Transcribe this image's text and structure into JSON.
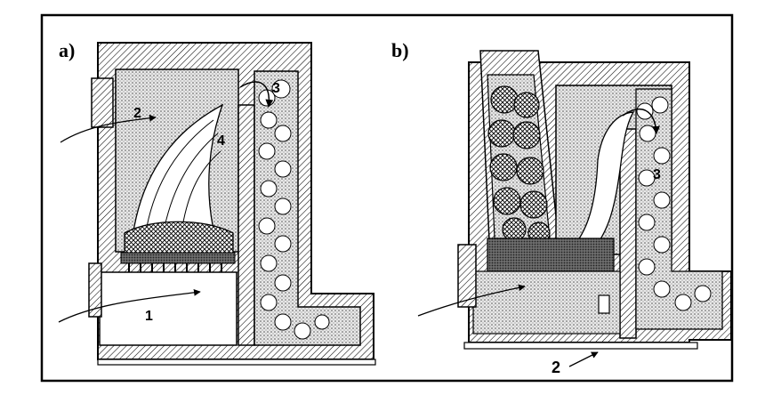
{
  "panels": {
    "a": {
      "label": "a)",
      "markers": [
        "1",
        "2",
        "3",
        "4"
      ]
    },
    "b": {
      "label": "b)",
      "markers": [
        "2",
        "3"
      ]
    }
  },
  "colors": {
    "ink": "#000000",
    "background": "#ffffff",
    "hatch_fill": "#d9d9d9"
  }
}
